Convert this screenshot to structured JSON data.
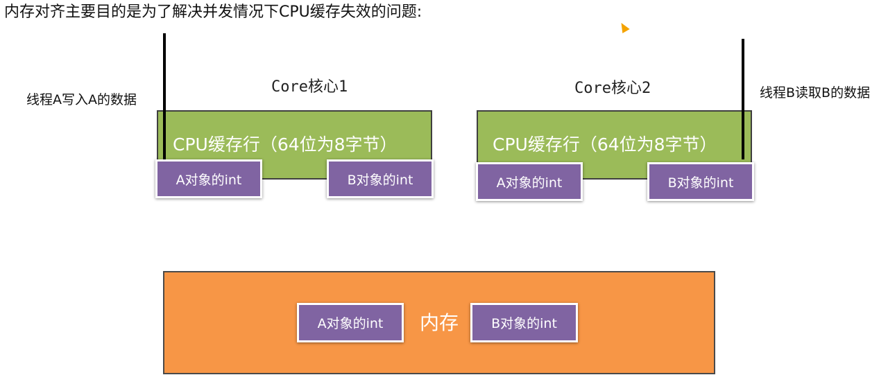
{
  "title": "内存对齐主要目的是为了解决并发情况下CPU缓存失效的问题:",
  "thread_a_label": "线程A写入A的数据",
  "thread_b_label": "线程B读取B的数据",
  "core1": {
    "title": "Core核心1",
    "cache_line": "CPU缓存行（64位为8字节）",
    "obj_a": "A对象的int",
    "obj_b": "B对象的int"
  },
  "core2": {
    "title": "Core核心2",
    "cache_line": "CPU缓存行（64位为8字节）",
    "obj_a": "A对象的int",
    "obj_b": "B对象的int"
  },
  "memory": {
    "label": "内存",
    "obj_a": "A对象的int",
    "obj_b": "B对象的int"
  },
  "colors": {
    "cache_line": "#9bbb59",
    "object": "#8064a2",
    "memory": "#f79646"
  },
  "icons": [
    "mouse-cursor-icon"
  ]
}
